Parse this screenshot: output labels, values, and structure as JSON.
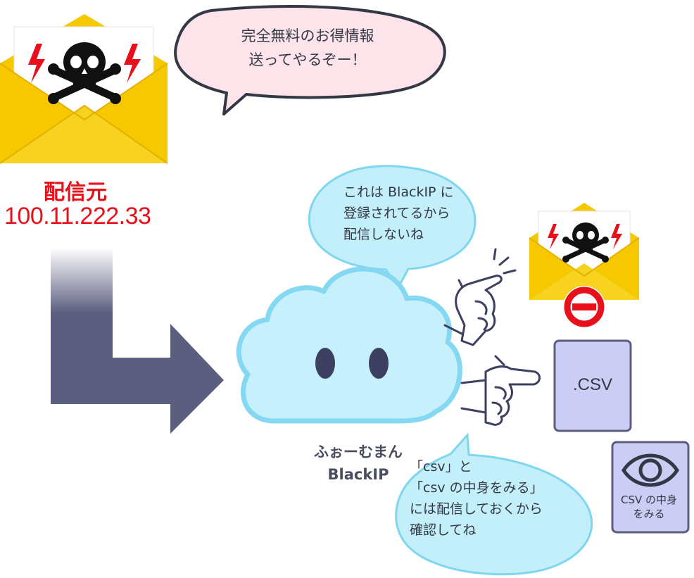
{
  "speech_top": {
    "lines": [
      "完全無料のお得情報",
      "送ってやるぞー！"
    ]
  },
  "sender": {
    "label": "配信元",
    "ip": "100.11.222.33"
  },
  "speech_mid": {
    "lines": [
      "これは BlackIP に",
      "登録されてるから",
      "配信しないね"
    ]
  },
  "speech_bottom": {
    "lines": [
      "「csv」と",
      "「csv の中身をみる」",
      "には配信しておくから",
      "確認してね"
    ]
  },
  "cloud": {
    "name_line1": "ふぉーむまん",
    "name_line2": "BlackIP"
  },
  "csv_file": {
    "label": ".CSV"
  },
  "csv_view": {
    "line1": "CSV の中身",
    "line2": "をみる"
  },
  "colors": {
    "envelope": "#f5c800",
    "envelope_dark": "#e5b000",
    "alert_red": "#e8101a",
    "arrow": "#5c5e80",
    "cloud_fill": "#c6f0fb",
    "cloud_stroke": "#84d8f2",
    "bubble_blue": "#c3effb",
    "bubble_pink": "#fde3ea",
    "file_fill": "#cccdf5",
    "file_stroke": "#5c5e80"
  }
}
